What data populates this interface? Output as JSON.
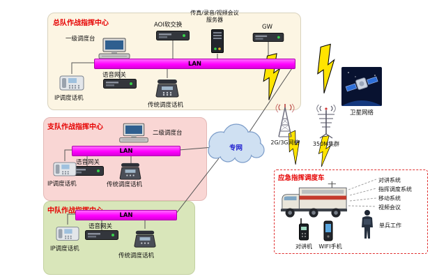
{
  "colors": {
    "title-red": "#e60000",
    "lan-magenta": "#ff00ff",
    "hq-bg": "#fcf5e3",
    "det-bg": "#f9d6d4",
    "sqd-bg": "#d9e6ba",
    "bolt-yellow": "#ffe400",
    "cloud-fill": "#cfe0f2",
    "cloud-stroke": "#7b9cc9"
  },
  "zones": {
    "hq": {
      "title": "总队作战指挥中心",
      "console": "一级调度台",
      "softswitch": "AOI软交换",
      "server": "传真/录音/视频会议\n服务器",
      "gw": "GW",
      "lan": "LAN",
      "voice_gateway": "语音网关",
      "ip_phone": "IP调度话机",
      "trad_phone": "传统调度话机"
    },
    "detachment": {
      "title": "支队作战指挥中心",
      "console": "二级调度台",
      "lan": "LAN",
      "voice_gateway": "语音网关",
      "ip_phone": "IP调度话机",
      "trad_phone": "传统调度话机"
    },
    "squadron": {
      "title": "中队作战指挥中心",
      "lan": "LAN",
      "voice_gateway": "语音网关",
      "ip_phone": "IP调度话机",
      "trad_phone": "传统调度话机"
    }
  },
  "network": {
    "cloud": "专网",
    "cellular": "2G/3G网络",
    "trunking": "350M集群",
    "satellite": "卫星网络"
  },
  "vehicle": {
    "title": "应急指挥调度车",
    "systems": [
      "对讲系统",
      "指挥调度系统",
      "移动系统",
      "视频会议"
    ],
    "devices": [
      "对讲机",
      "WIFI手机",
      "单兵工作"
    ]
  }
}
